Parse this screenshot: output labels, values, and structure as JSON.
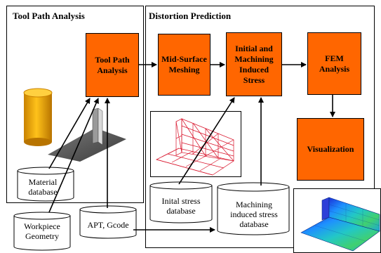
{
  "panels": {
    "tool_path_analysis": "Tool Path Analysis",
    "distortion_prediction": "Distortion Prediction"
  },
  "process_boxes": {
    "tool_path_analysis": "Tool Path Analysis",
    "mid_surface_meshing": "Mid-Surface Meshing",
    "initial_machining_stress": "Initial and Machining Induced Stress",
    "fem_analysis": "FEM Analysis",
    "visualization": "Visualization"
  },
  "databases": {
    "material": "Material database",
    "workpiece": "Workpiece Geometry",
    "apt_gcode": "APT, Gcode",
    "initial_stress": "Inital stress database",
    "machining_stress": "Machining induced stress database"
  },
  "colors": {
    "process_box": "#ff6600",
    "cylinder": "#f0a800",
    "mesh": "#d8132a"
  },
  "icons": [
    "cylinder-part-image",
    "thin-wall-part-image",
    "mesh-image",
    "fem-contour-image"
  ]
}
